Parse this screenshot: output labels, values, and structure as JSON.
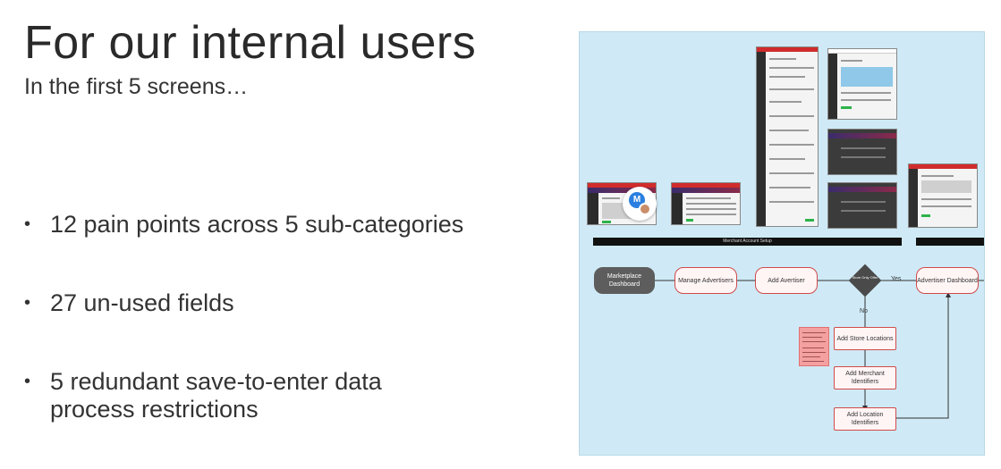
{
  "slide": {
    "title": "For our internal users",
    "subtitle": "In the first 5 screens…",
    "bullet_char": "•",
    "bullets": [
      {
        "text": "12 pain points across 5 sub-categories"
      },
      {
        "text": "27 un-used fields"
      },
      {
        "text": "5 redundant save-to-enter data process restrictions"
      }
    ]
  },
  "board": {
    "background": "#cfeaf6",
    "section_label": "Merchant Account Setup",
    "avatar_letter": "M",
    "flow": {
      "marketplace_dashboard": "Marketplace Dashboard",
      "manage_advertisers": "Manage Advertisers",
      "add_advertiser": "Add Avertiser",
      "decision": "Store Only Offer",
      "yes_label": "Yes",
      "no_label": "No",
      "advertiser_dashboard": "Advertiser Dashboard",
      "add_store_locations": "Add Store Locations",
      "add_merchant_identifiers": "Add Merchant Identifiers",
      "add_location_identifiers": "Add Location Identifiers"
    },
    "colors": {
      "node_border": "#d04a4a",
      "node_fill": "#fff5f5",
      "dashboard_node": "#5d5d5d",
      "note": "#f4a0a0",
      "brand_red": "#d12c2c"
    }
  }
}
